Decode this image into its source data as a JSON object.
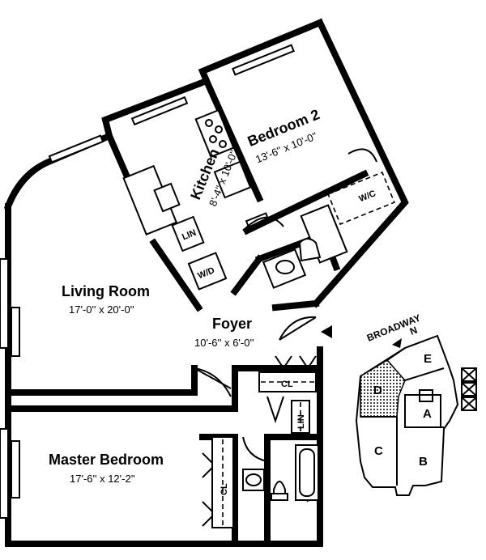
{
  "rooms": {
    "bedroom2": {
      "name": "Bedroom 2",
      "dims": "13'-6'' x 10'-0''"
    },
    "kitchen": {
      "name": "Kitchen",
      "dims": "8'-4'' x 10'-0''"
    },
    "living": {
      "name": "Living Room",
      "dims": "17'-0'' x 20'-0''"
    },
    "foyer": {
      "name": "Foyer",
      "dims": "10'-6'' x 6'-0''"
    },
    "master": {
      "name": "Master Bedroom",
      "dims": "17'-6'' x 12'-2''"
    }
  },
  "labels": {
    "wic": "W/C",
    "lin_kitchen": "LIN",
    "wd": "W/D",
    "cl_foyer": "CL",
    "lin_hall": "LIN",
    "cl_master": "CL"
  },
  "key_plan": {
    "street": "BROADWAY",
    "north": "N",
    "units": [
      "A",
      "B",
      "C",
      "D",
      "E"
    ]
  },
  "colors": {
    "ink": "#000000",
    "paper": "#ffffff"
  }
}
